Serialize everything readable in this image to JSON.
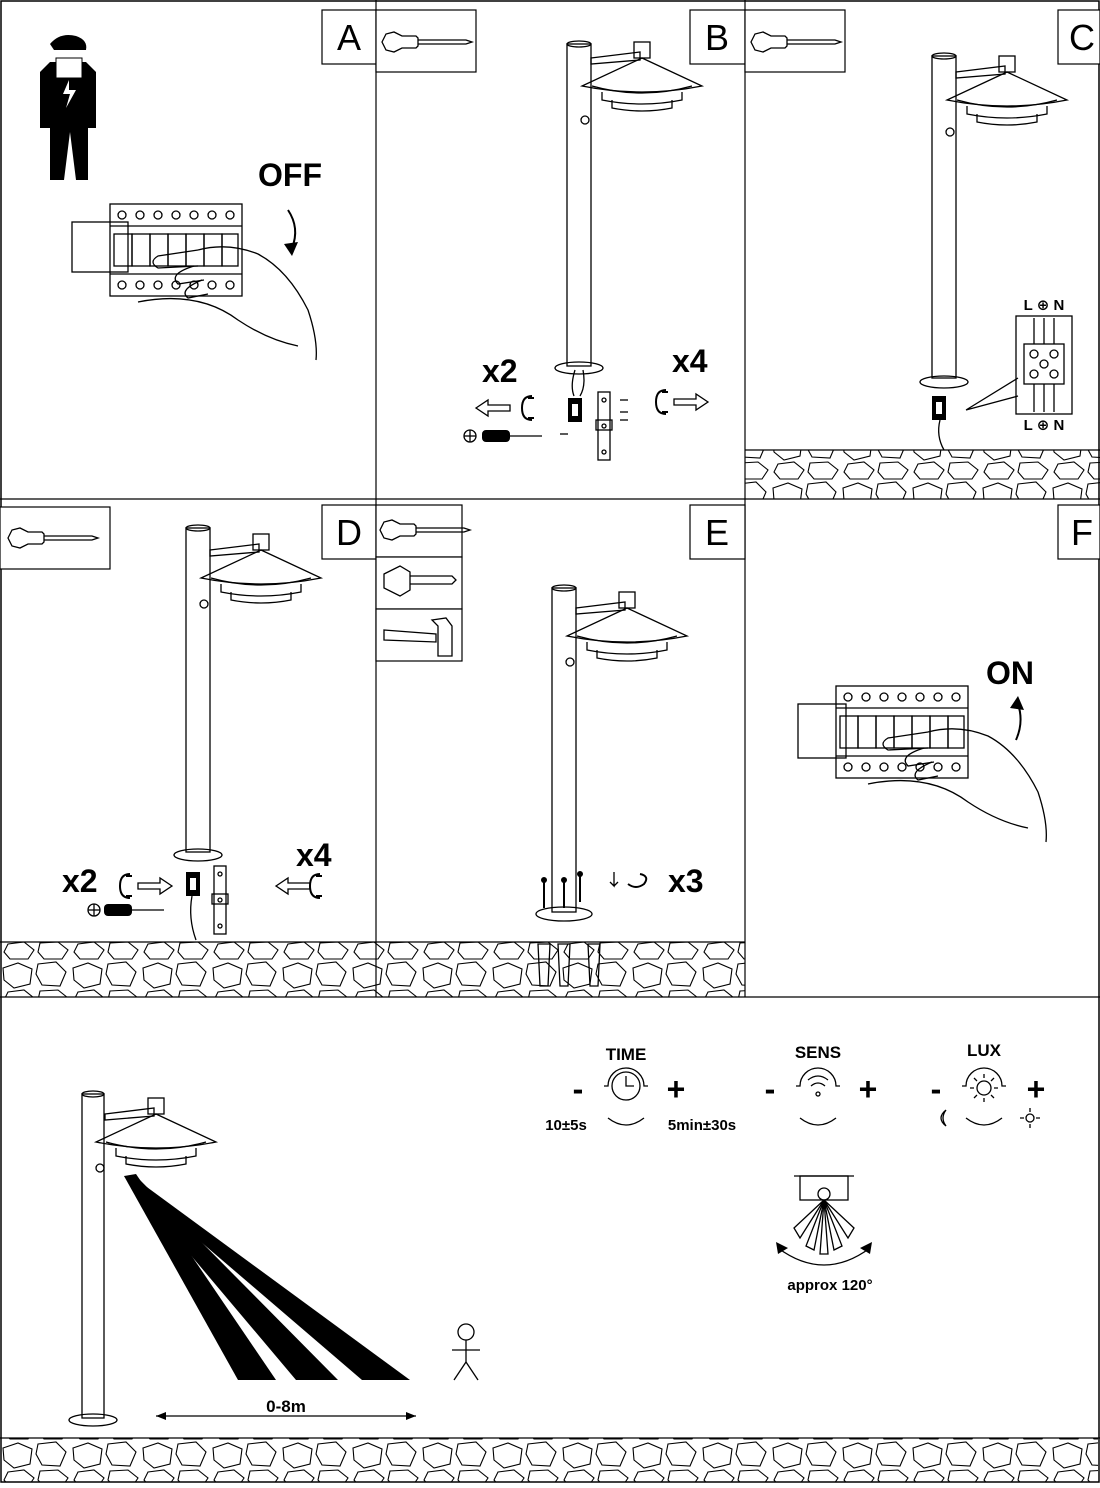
{
  "panels": [
    {
      "id": "A",
      "letter": "A"
    },
    {
      "id": "B",
      "letter": "B"
    },
    {
      "id": "C",
      "letter": "C"
    },
    {
      "id": "D",
      "letter": "D"
    },
    {
      "id": "E",
      "letter": "E"
    },
    {
      "id": "F",
      "letter": "F"
    }
  ],
  "labels": {
    "off": "OFF",
    "on": "ON",
    "b_x2": "x2",
    "b_x4": "x4",
    "d_x2": "x2",
    "d_x4": "x4",
    "e_x3": "x3",
    "terminal_top": "L ⊕ N",
    "terminal_bottom": "L ⊕ N",
    "range": "0-8m",
    "angle": "approx 120°"
  },
  "controls": {
    "time": {
      "title": "TIME",
      "minus": "-",
      "plus": "+",
      "min_value": "10±5s",
      "max_value": "5min±30s"
    },
    "sens": {
      "title": "SENS",
      "minus": "-",
      "plus": "+"
    },
    "lux": {
      "title": "LUX",
      "minus": "-",
      "plus": "+"
    }
  }
}
